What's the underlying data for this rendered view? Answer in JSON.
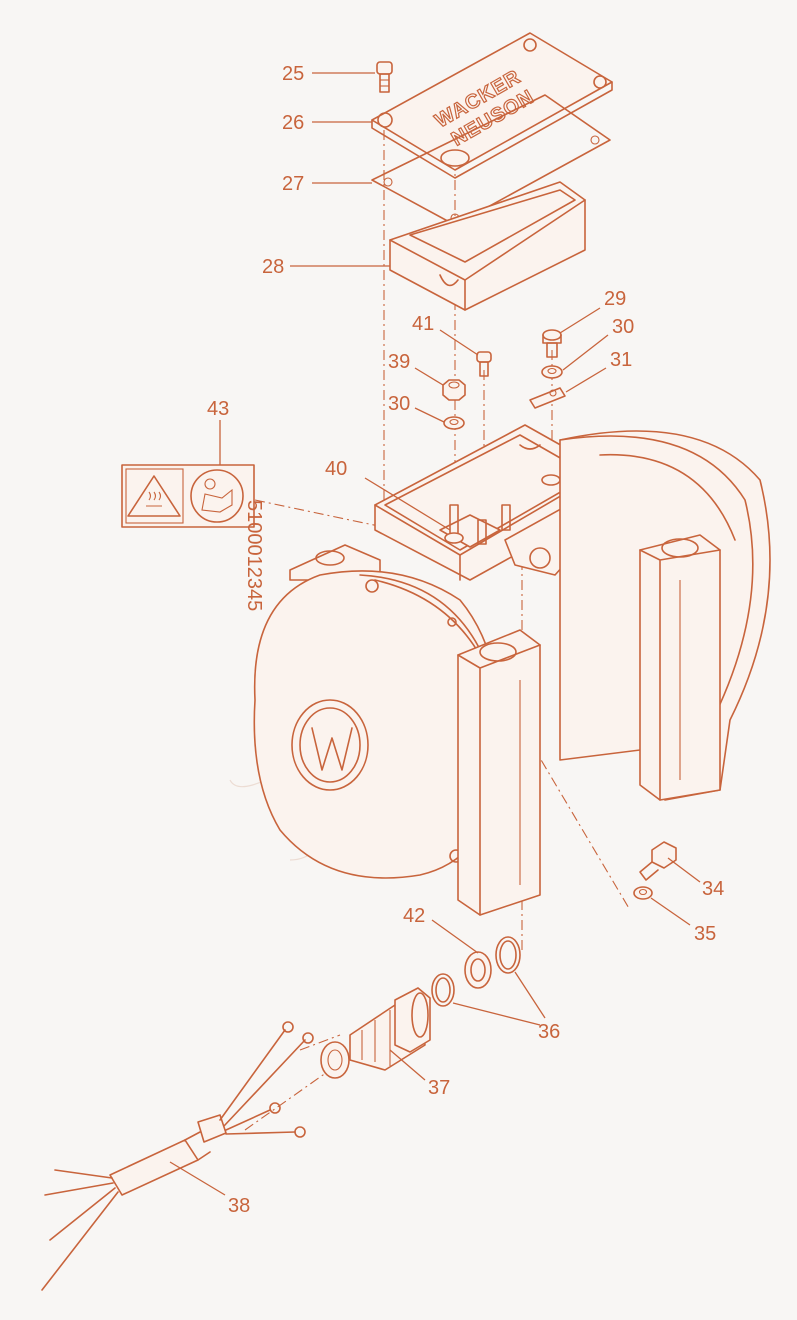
{
  "callouts": [
    {
      "id": "c25",
      "text": "25"
    },
    {
      "id": "c26",
      "text": "26"
    },
    {
      "id": "c27",
      "text": "27"
    },
    {
      "id": "c28",
      "text": "28"
    },
    {
      "id": "c29",
      "text": "29"
    },
    {
      "id": "c30a",
      "text": "30"
    },
    {
      "id": "c31",
      "text": "31"
    },
    {
      "id": "c41",
      "text": "41"
    },
    {
      "id": "c39",
      "text": "39"
    },
    {
      "id": "c30b",
      "text": "30"
    },
    {
      "id": "c43",
      "text": "43"
    },
    {
      "id": "c40",
      "text": "40"
    },
    {
      "id": "c34",
      "text": "34"
    },
    {
      "id": "c35",
      "text": "35"
    },
    {
      "id": "c42",
      "text": "42"
    },
    {
      "id": "c36",
      "text": "36"
    },
    {
      "id": "c37",
      "text": "37"
    },
    {
      "id": "c38",
      "text": "38"
    }
  ],
  "cover_brand": {
    "line1": "WACKER",
    "line2": "NEUSON"
  },
  "warning_label": {
    "code": "5100012345"
  },
  "colors": {
    "line": "#c8643c",
    "background": "#f8f6f4",
    "watermark": "#ecdcd3"
  },
  "icons": [
    "hot-surface-warning-icon",
    "read-manual-icon",
    "wacker-logo-icon"
  ]
}
